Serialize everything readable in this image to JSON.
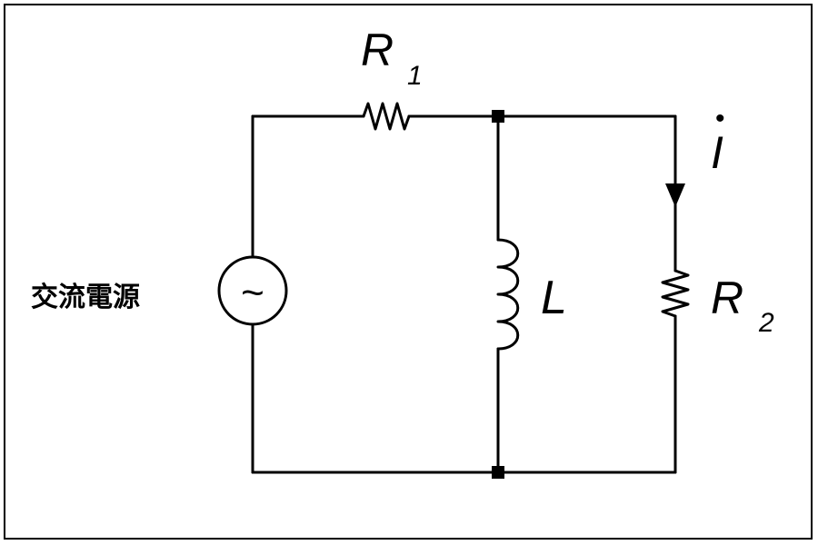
{
  "diagram": {
    "source_label": "交流電源",
    "source_symbol": "~",
    "resistor1": {
      "symbol": "R",
      "subscript": "1"
    },
    "inductor": {
      "symbol": "L"
    },
    "resistor2": {
      "symbol": "R",
      "subscript": "2"
    },
    "current": {
      "symbol": "I",
      "dot": "•"
    }
  }
}
